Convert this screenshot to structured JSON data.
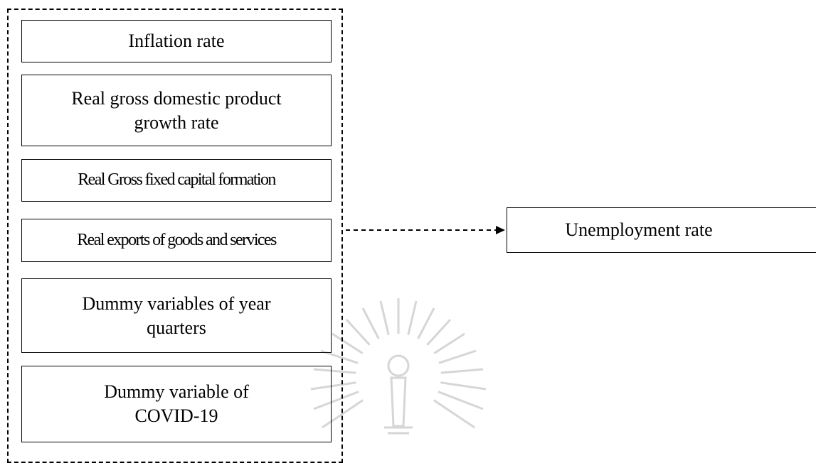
{
  "diagram": {
    "independent_variables": [
      "Inflation rate",
      "Real gross domestic product growth rate",
      "Real Gross fixed capital formation",
      "Real exports of goods and services",
      "Dummy variables of year quarters",
      "Dummy variable of COVID-19"
    ],
    "box_lines": [
      [
        "Inflation rate"
      ],
      [
        "Real gross domestic product",
        "growth rate"
      ],
      [
        "Real Gross fixed capital formation"
      ],
      [
        "Real exports of goods and services"
      ],
      [
        "Dummy variables of year",
        "quarters"
      ],
      [
        "Dummy variable of",
        "COVID-19"
      ]
    ],
    "dependent_variable": "Unemployment rate",
    "connector_style": "dashed-arrow",
    "group_border_style": "dashed",
    "watermark_icon": "university-seal-watermark-icon"
  },
  "colors": {
    "line": "#000000",
    "text": "#000000",
    "background": "#ffffff",
    "watermark": "#d6d6d6"
  }
}
